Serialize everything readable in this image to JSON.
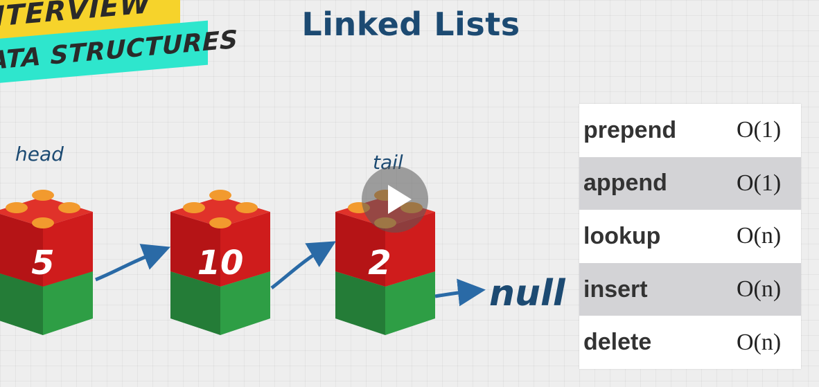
{
  "banner": {
    "line1": "ITERVIEW",
    "line2": "ATA STRUCTURES"
  },
  "title": "Linked Lists",
  "labels": {
    "head": "head",
    "tail": "tail",
    "null": "null"
  },
  "nodes": [
    {
      "value": "5"
    },
    {
      "value": "10"
    },
    {
      "value": "2"
    }
  ],
  "operations": [
    {
      "name": "prepend",
      "cost": "O(1)"
    },
    {
      "name": "append",
      "cost": "O(1)"
    },
    {
      "name": "lookup",
      "cost": "O(n)"
    },
    {
      "name": "insert",
      "cost": "O(n)"
    },
    {
      "name": "delete",
      "cost": "O(n)"
    }
  ],
  "colors": {
    "title": "#1c4a72",
    "brick_red": "#c8181a",
    "brick_green": "#2e9e45",
    "arrow": "#2a6aa6",
    "banner_yellow": "#f6d32b",
    "banner_cyan": "#2ee6cd",
    "row_shade": "#d3d3d6"
  },
  "icons": {
    "play": "play-icon"
  }
}
